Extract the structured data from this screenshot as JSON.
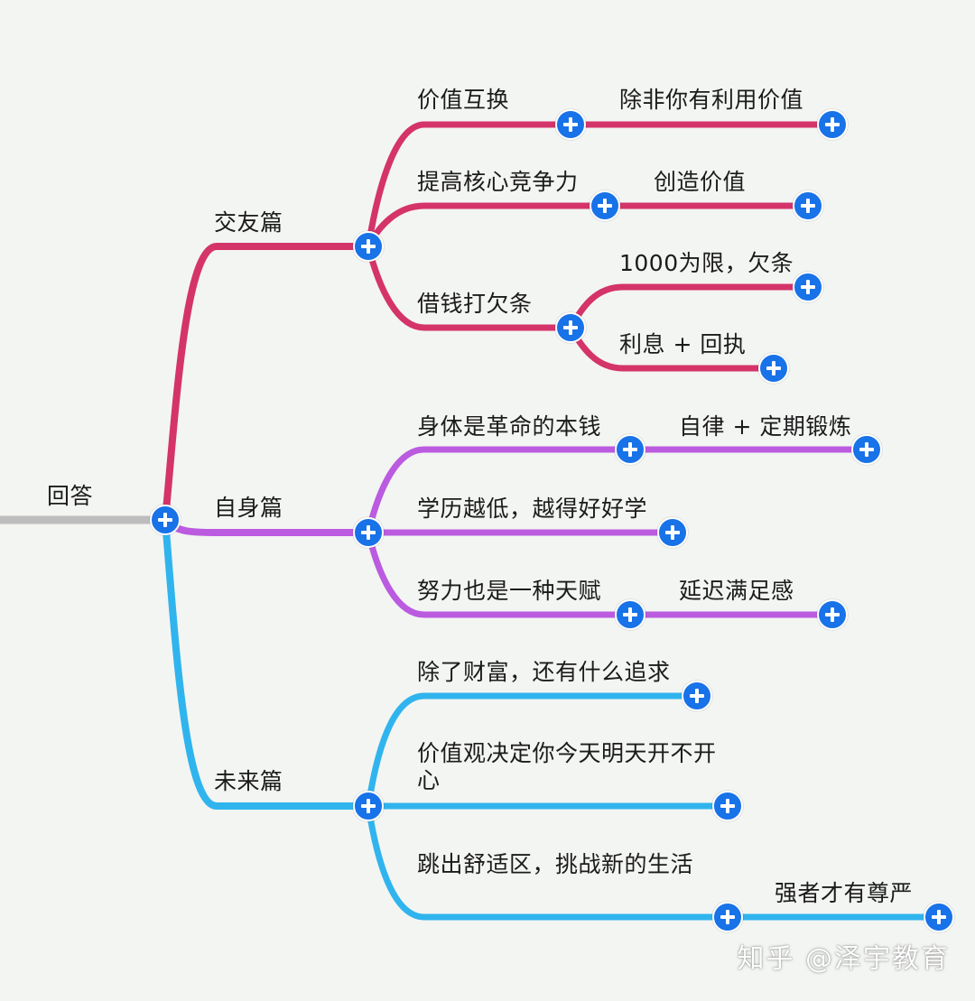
{
  "colors": {
    "root_line": "#bdbdbd",
    "branch_friendship": "#d4346a",
    "branch_self": "#bb5be0",
    "branch_future": "#30b4ee",
    "expand_button": "#1872e8",
    "background": "#f3f5f2"
  },
  "icons": {
    "expand": "plus-circle-icon"
  },
  "mindmap": {
    "root": {
      "label": "回答"
    },
    "branches": [
      {
        "label": "交友篇",
        "children": [
          {
            "label": "价值互换",
            "children": [
              {
                "label": "除非你有利用价值"
              }
            ]
          },
          {
            "label": "提高核心竞争力",
            "children": [
              {
                "label": "创造价值"
              }
            ]
          },
          {
            "label": "借钱打欠条",
            "children": [
              {
                "label": "1000为限，欠条"
              },
              {
                "label": "利息 + 回执"
              }
            ]
          }
        ]
      },
      {
        "label": "自身篇",
        "children": [
          {
            "label": "身体是革命的本钱",
            "children": [
              {
                "label": "自律 + 定期锻炼"
              }
            ]
          },
          {
            "label": "学历越低，越得好好学"
          },
          {
            "label": "努力也是一种天赋",
            "children": [
              {
                "label": "延迟满足感"
              }
            ]
          }
        ]
      },
      {
        "label": "未来篇",
        "children": [
          {
            "label": "除了财富，还有什么追求"
          },
          {
            "label": "价值观决定你今天明天开不开心"
          },
          {
            "label": "跳出舒适区，挑战新的生活",
            "children": [
              {
                "label": "强者才有尊严"
              }
            ]
          }
        ]
      }
    ]
  },
  "watermark": "知乎 @泽宇教育"
}
